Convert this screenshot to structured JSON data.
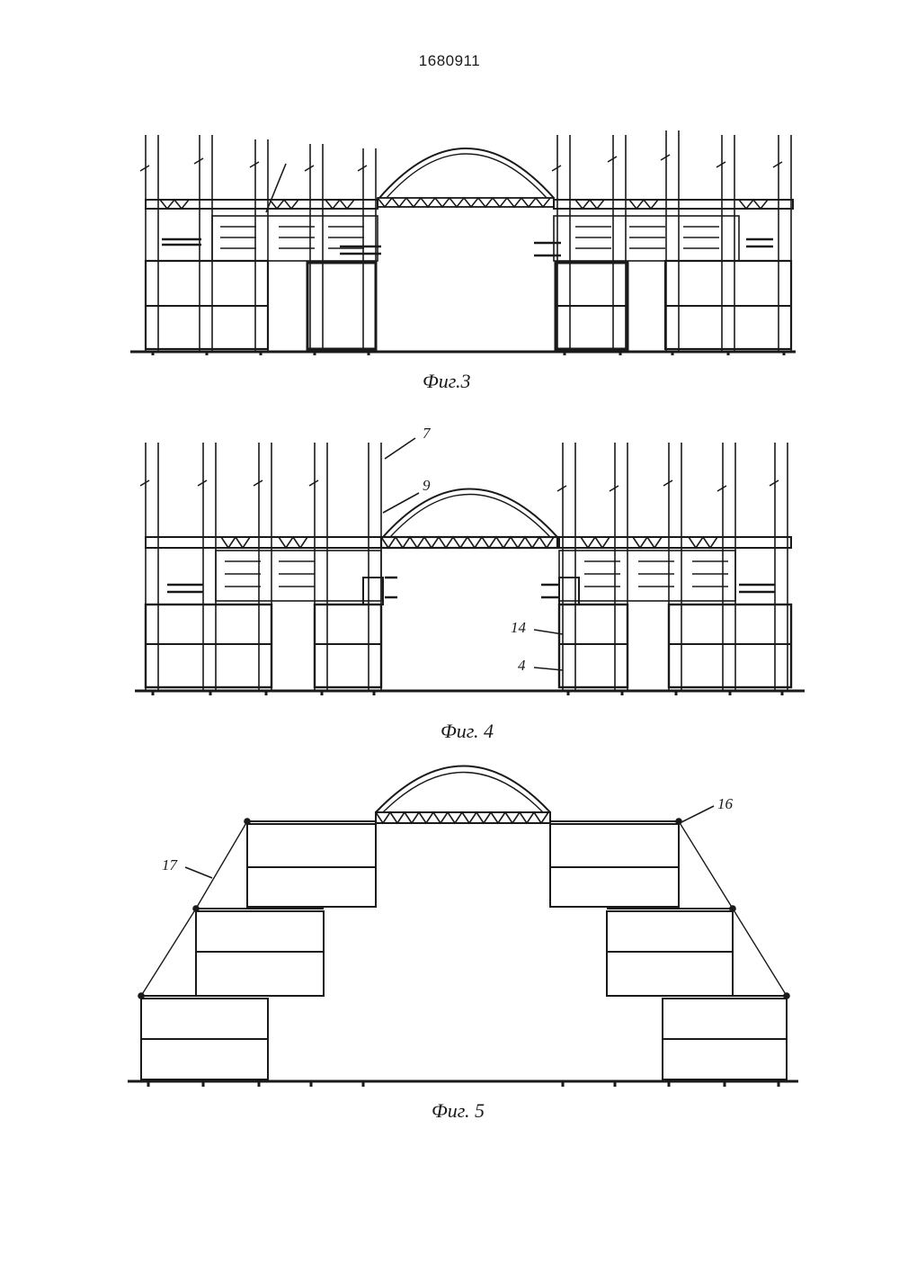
{
  "page": {
    "patent_number": "1680911"
  },
  "figures": [
    {
      "id": "fig3",
      "caption": "Фиг.3",
      "callouts": []
    },
    {
      "id": "fig4",
      "caption": "Фиг. 4",
      "callouts": [
        "7",
        "9",
        "14",
        "4"
      ]
    },
    {
      "id": "fig5",
      "caption": "Фиг. 5",
      "callouts": [
        "16",
        "17"
      ]
    }
  ],
  "colors": {
    "ink": "#1a1a1a",
    "paper": "#ffffff"
  }
}
